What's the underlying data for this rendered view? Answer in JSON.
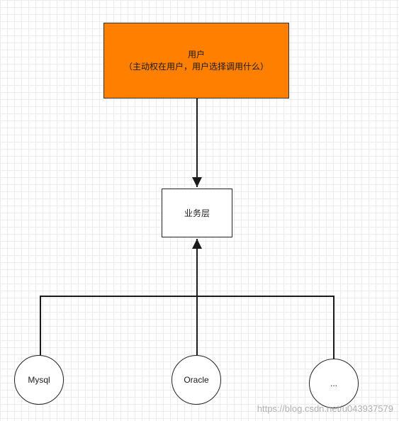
{
  "nodes": {
    "user": {
      "title": "用户",
      "note": "（主动权在用户，用户选择调用什么）",
      "fill": "#ff8000"
    },
    "service": {
      "label": "业务层"
    },
    "databases": [
      {
        "label": "Mysql"
      },
      {
        "label": "Oracle"
      },
      {
        "label": "..."
      }
    ]
  },
  "edges": [
    {
      "from": "user",
      "to": "service"
    },
    {
      "from": "databases",
      "to": "service"
    }
  ],
  "watermark": "https://blog.csdn.net/u043937579"
}
